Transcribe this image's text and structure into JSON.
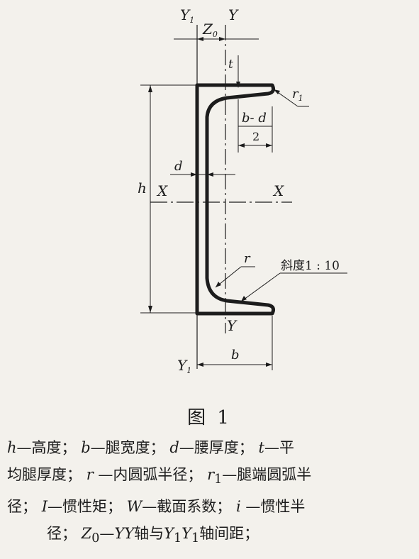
{
  "diagram": {
    "labels": {
      "y1_top": "Y",
      "y1_top_sub": "1",
      "z0": "Z",
      "z0_sub": "0",
      "y_top": "Y",
      "t": "t",
      "r1": "r",
      "r1_sub": "1",
      "b_minus_d": "b- d",
      "two": "2",
      "d": "d",
      "h": "h",
      "x_left": "X",
      "x_right": "X",
      "r": "r",
      "slope": "斜度1 : 10",
      "y_bottom": "Y",
      "y1_bottom": "Y",
      "y1_bottom_sub": "1",
      "b": "b"
    }
  },
  "caption": "图 1",
  "legend": {
    "line1": [
      "h",
      "—高度； ",
      "b",
      "—腿宽度； ",
      "d",
      "—腰厚度； ",
      "t",
      "—平"
    ],
    "line2": [
      "均腿厚度； ",
      "r",
      " —内圆弧半径； ",
      "r",
      "1",
      "—腿端圆弧半"
    ],
    "line3": [
      "径； ",
      "I",
      "—惯性矩； ",
      "W",
      "—截面系数； ",
      "i",
      " —惯性半"
    ],
    "line4": [
      "径； ",
      "Z",
      "0",
      "—",
      "YY",
      "轴与",
      "Y",
      "1",
      "Y",
      "1",
      "轴间距；"
    ]
  }
}
